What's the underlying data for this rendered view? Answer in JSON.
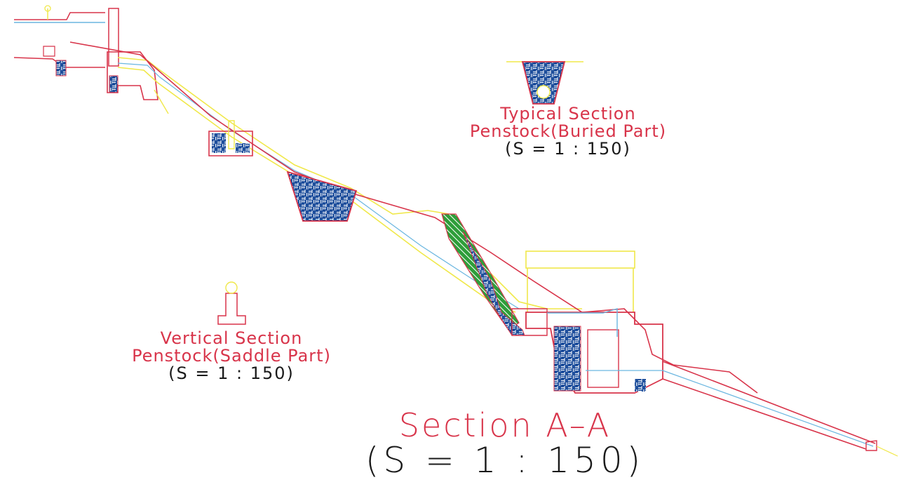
{
  "labels": {
    "typical": {
      "title": "Typical Section",
      "subtitle": "Penstock(Buried Part)",
      "scale": "(S = 1 : 150)"
    },
    "vertical": {
      "title": "Vertical Section",
      "subtitle": "Penstock(Saddle Part)",
      "scale": "(S = 1 : 150)"
    },
    "main": {
      "title": "Section A–A",
      "scale": "(S = 1 : 150)"
    }
  },
  "colors": {
    "outline": "#d8344a",
    "pipe": "#f0e84a",
    "water": "#6ab6e0",
    "hatch": "#1f4f9c",
    "vegetation": "#2e9e3a",
    "text_scale": "#1a1a1a"
  }
}
